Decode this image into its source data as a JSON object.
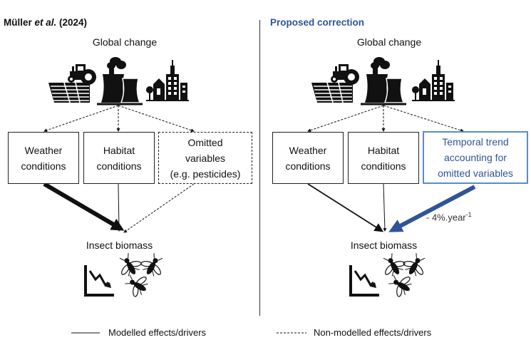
{
  "left_panel": {
    "title_prefix": "Müller ",
    "title_italic": "et al.",
    "title_suffix": " (2024)",
    "global_change": "Global change",
    "boxes": [
      {
        "line1": "Weather",
        "line2": "conditions"
      },
      {
        "line1": "Habitat",
        "line2": "conditions"
      },
      {
        "line1": "Omitted",
        "line2": "variables",
        "line3": "(e.g. pesticides)"
      }
    ],
    "insect_biomass": "Insect biomass"
  },
  "right_panel": {
    "title": "Proposed correction",
    "global_change": "Global change",
    "boxes": [
      {
        "line1": "Weather",
        "line2": "conditions"
      },
      {
        "line1": "Habitat",
        "line2": "conditions"
      },
      {
        "line1": "Temporal trend",
        "line2": "accounting for",
        "line3": "omitted variables"
      }
    ],
    "trend_label": "- 4%.year",
    "trend_exponent": "-1",
    "insect_biomass": "Insect biomass"
  },
  "legend": {
    "modelled": "Modelled effects/drivers",
    "non_modelled": "Non-modelled effects/drivers"
  },
  "colors": {
    "accent_blue": "#2f5597",
    "box_blue_border": "#5b8cc6",
    "arrow_blue": "#2f5597"
  },
  "icons": [
    "tractor-field-icon",
    "power-plant-icon",
    "city-icon",
    "declining-chart-icon",
    "insect-icon"
  ]
}
